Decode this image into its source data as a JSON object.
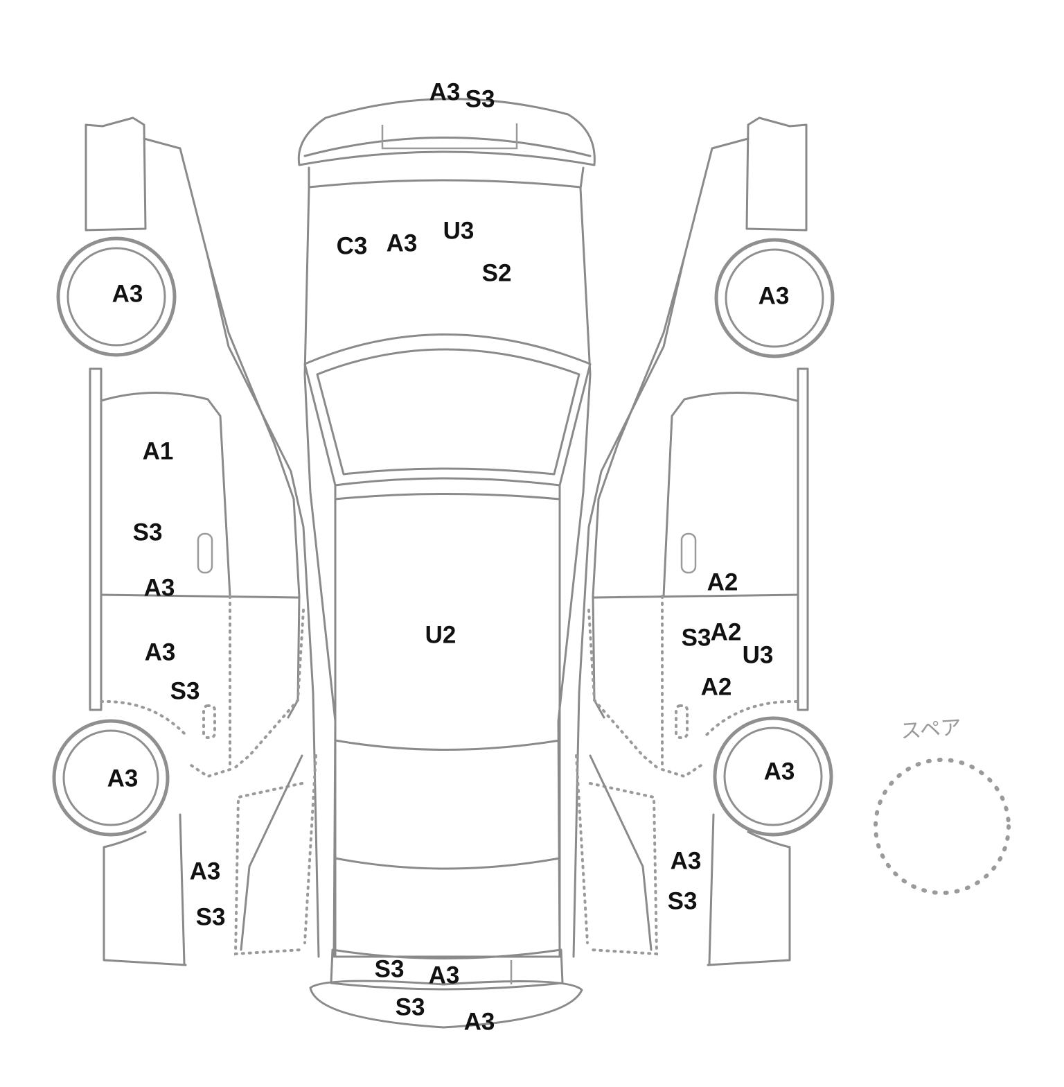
{
  "spare_label": "スペア",
  "colors": {
    "outline": "#8a8a8a",
    "mark_text": "#111111",
    "background": "#ffffff"
  },
  "marks": [
    {
      "id": "roof-front-1",
      "code": "A3"
    },
    {
      "id": "roof-front-2",
      "code": "S3"
    },
    {
      "id": "hood-1",
      "code": "C3"
    },
    {
      "id": "hood-2",
      "code": "A3"
    },
    {
      "id": "hood-3",
      "code": "U3"
    },
    {
      "id": "hood-4",
      "code": "S2"
    },
    {
      "id": "left-front-wheel",
      "code": "A3"
    },
    {
      "id": "right-front-wheel",
      "code": "A3"
    },
    {
      "id": "left-front-door-1",
      "code": "A1"
    },
    {
      "id": "left-front-door-2",
      "code": "S3"
    },
    {
      "id": "left-front-door-3",
      "code": "A3"
    },
    {
      "id": "left-rear-door-1",
      "code": "A3"
    },
    {
      "id": "left-rear-door-2",
      "code": "S3"
    },
    {
      "id": "left-rear-wheel",
      "code": "A3"
    },
    {
      "id": "left-rear-fender-1",
      "code": "A3"
    },
    {
      "id": "left-rear-fender-2",
      "code": "S3"
    },
    {
      "id": "roof",
      "code": "U2"
    },
    {
      "id": "right-front-door-1",
      "code": "A2"
    },
    {
      "id": "right-rear-door-1",
      "code": "S3"
    },
    {
      "id": "right-rear-door-2",
      "code": "A2"
    },
    {
      "id": "right-rear-door-3",
      "code": "U3"
    },
    {
      "id": "right-rear-door-4",
      "code": "A2"
    },
    {
      "id": "right-rear-wheel",
      "code": "A3"
    },
    {
      "id": "right-rear-fender-1",
      "code": "A3"
    },
    {
      "id": "right-rear-fender-2",
      "code": "S3"
    },
    {
      "id": "rear-1",
      "code": "S3"
    },
    {
      "id": "rear-2",
      "code": "A3"
    },
    {
      "id": "rear-bumper-1",
      "code": "S3"
    },
    {
      "id": "rear-bumper-2",
      "code": "A3"
    }
  ]
}
